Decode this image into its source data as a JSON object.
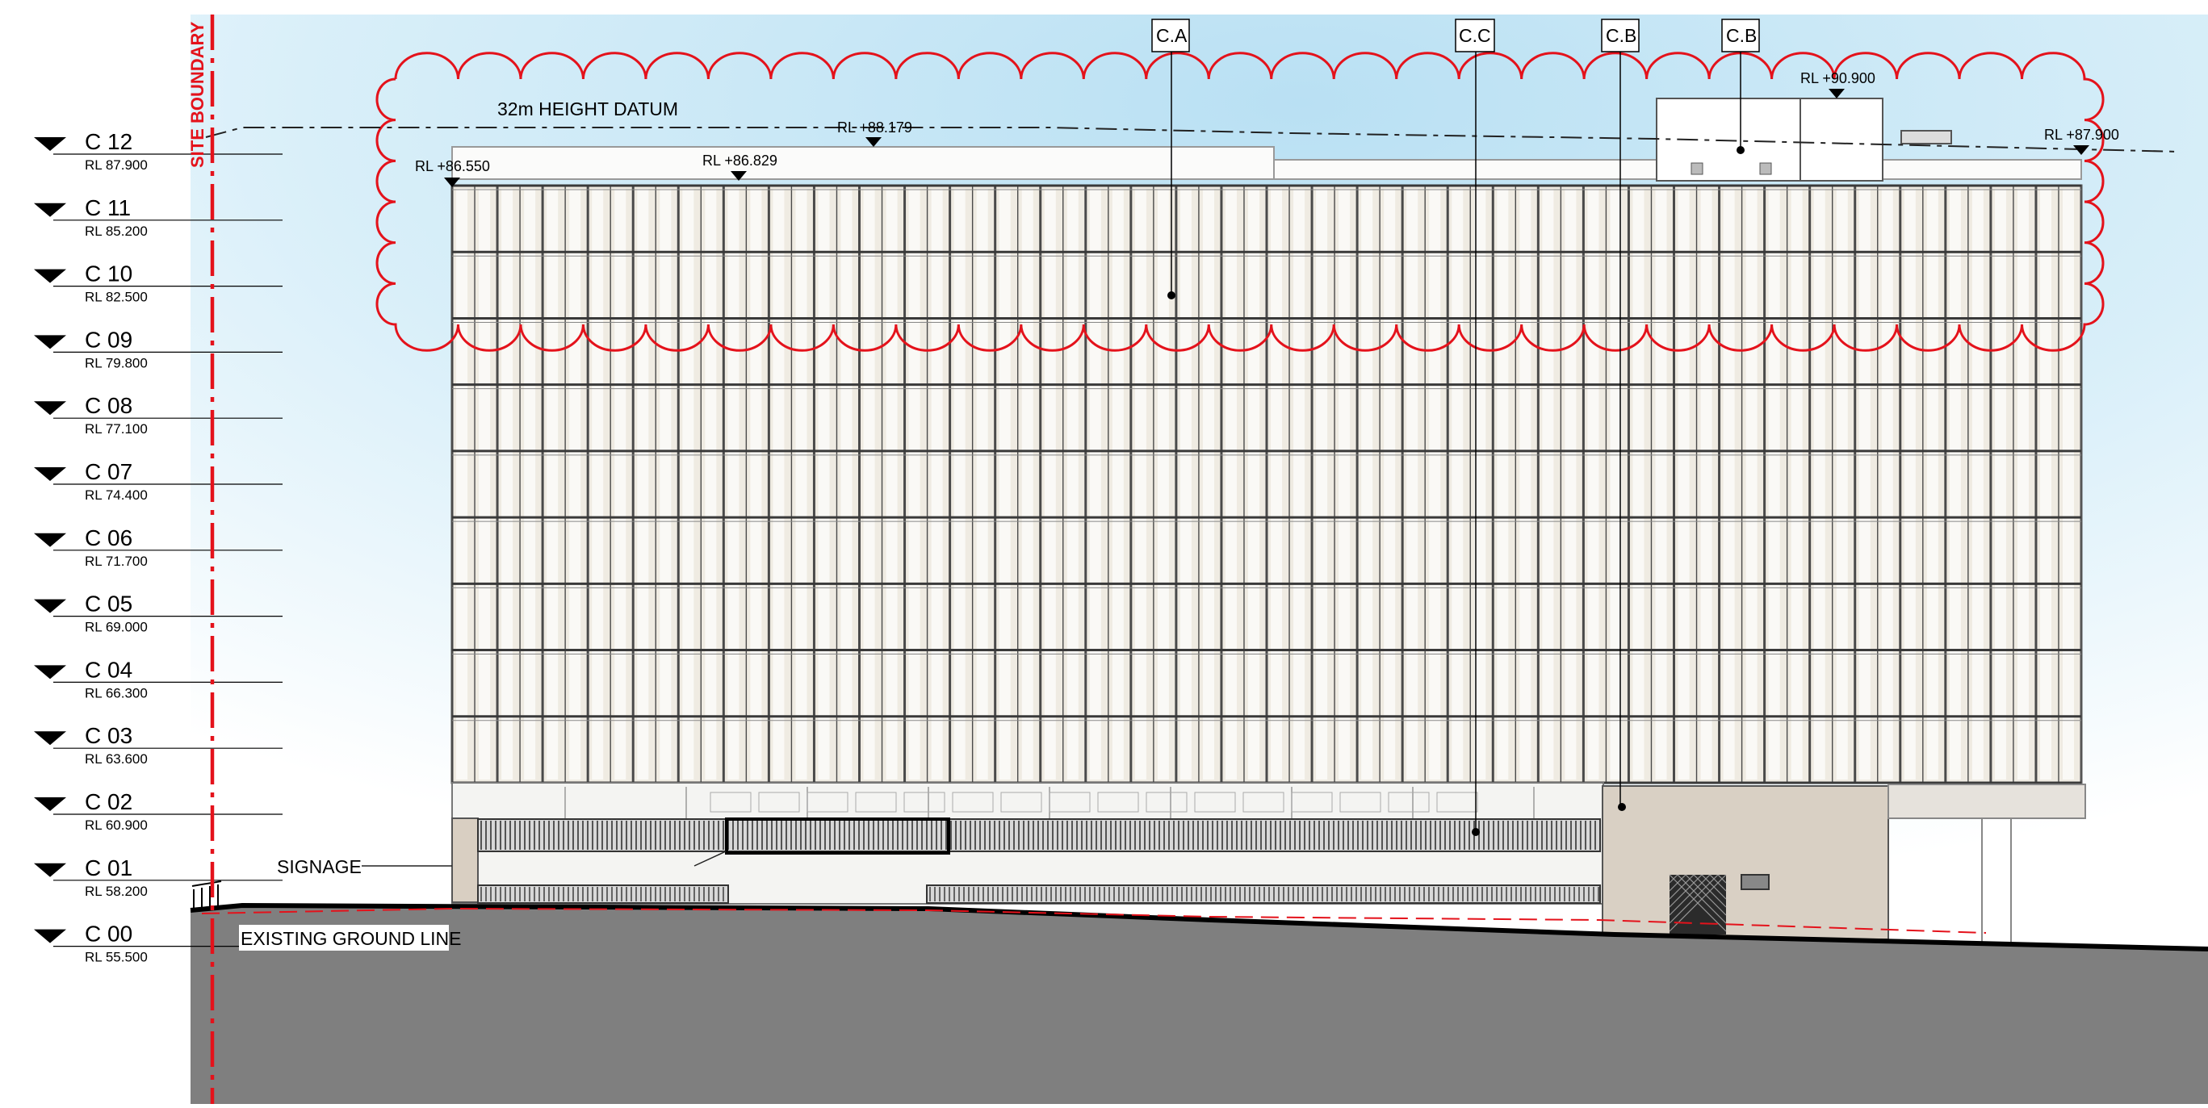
{
  "levels": [
    {
      "code": "C 12",
      "rl": "RL 87.900"
    },
    {
      "code": "C 11",
      "rl": "RL 85.200"
    },
    {
      "code": "C 10",
      "rl": "RL 82.500"
    },
    {
      "code": "C 09",
      "rl": "RL 79.800"
    },
    {
      "code": "C 08",
      "rl": "RL 77.100"
    },
    {
      "code": "C 07",
      "rl": "RL 74.400"
    },
    {
      "code": "C 06",
      "rl": "RL 71.700"
    },
    {
      "code": "C 05",
      "rl": "RL 69.000"
    },
    {
      "code": "C 04",
      "rl": "RL 66.300"
    },
    {
      "code": "C 03",
      "rl": "RL 63.600"
    },
    {
      "code": "C 02",
      "rl": "RL 60.900"
    },
    {
      "code": "C 01",
      "rl": "RL 58.200"
    },
    {
      "code": "C 00",
      "rl": "RL 55.500"
    }
  ],
  "labels": {
    "site_boundary": "SITE BOUNDARY",
    "height_datum": "32m HEIGHT DATUM",
    "signage": "SIGNAGE",
    "existing_ground": "EXISTING GROUND LINE"
  },
  "spot_levels": [
    "RL +86.550",
    "RL +86.829",
    "RL +88.179",
    "RL +90.900",
    "RL +87.900"
  ],
  "material_tags": [
    "C.A",
    "C.C",
    "C.B",
    "C.B"
  ],
  "colors": {
    "boundary_red": "#e4121b",
    "ground_grey": "#7f7f7f",
    "facade_cream": "#efebe2",
    "sky_blue": "#cde9f6"
  }
}
